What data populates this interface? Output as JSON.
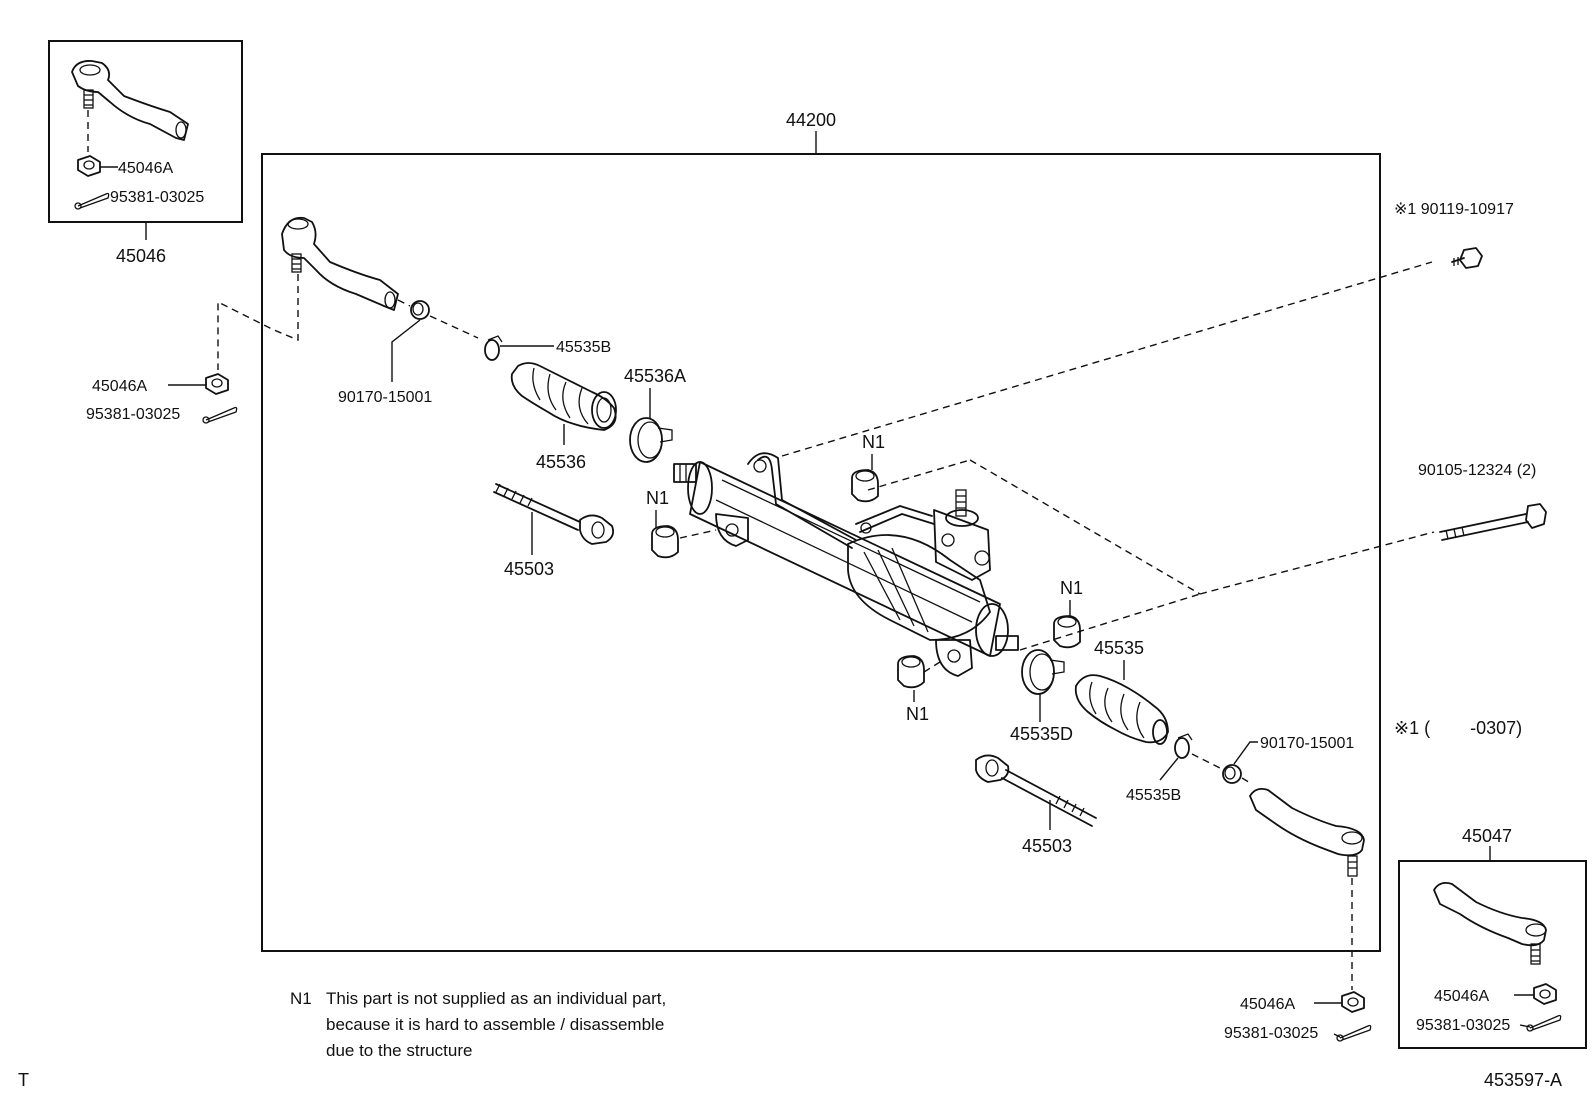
{
  "labels": {
    "main_assembly": "44200",
    "left_tie_rod_end_assy": "45046",
    "right_tie_rod_end_assy": "45047",
    "nut_left_inset": "45046A",
    "pin_left_inset": "95381-03025",
    "nut_left": "45046A",
    "pin_left": "95381-03025",
    "nut_right": "45046A",
    "pin_right": "95381-03025",
    "nut_right_inset": "45046A",
    "pin_right_inset": "95381-03025",
    "bushing_left": "90170-15001",
    "bushing_right": "90170-15001",
    "clamp_b_left": "45535B",
    "clamp_b_right": "45535B",
    "clamp_a": "45536A",
    "clamp_d": "45535D",
    "boot_left": "45536",
    "boot_right": "45535",
    "tie_rod_left": "45503",
    "tie_rod_right": "45503",
    "bolt_top": "※1 90119-10917",
    "bolt_mid": "90105-12324 (2)",
    "n1_a": "N1",
    "n1_b": "N1",
    "n1_c": "N1",
    "n1_d": "N1",
    "footnote_1": "※1 (        -0307)",
    "corner_left": "T",
    "diagram_id": "453597-A"
  },
  "note": {
    "key": "N1",
    "line1": "This part is not supplied as an individual part,",
    "line2": "because it is hard to assemble / disassemble",
    "line3": "due to the structure"
  }
}
